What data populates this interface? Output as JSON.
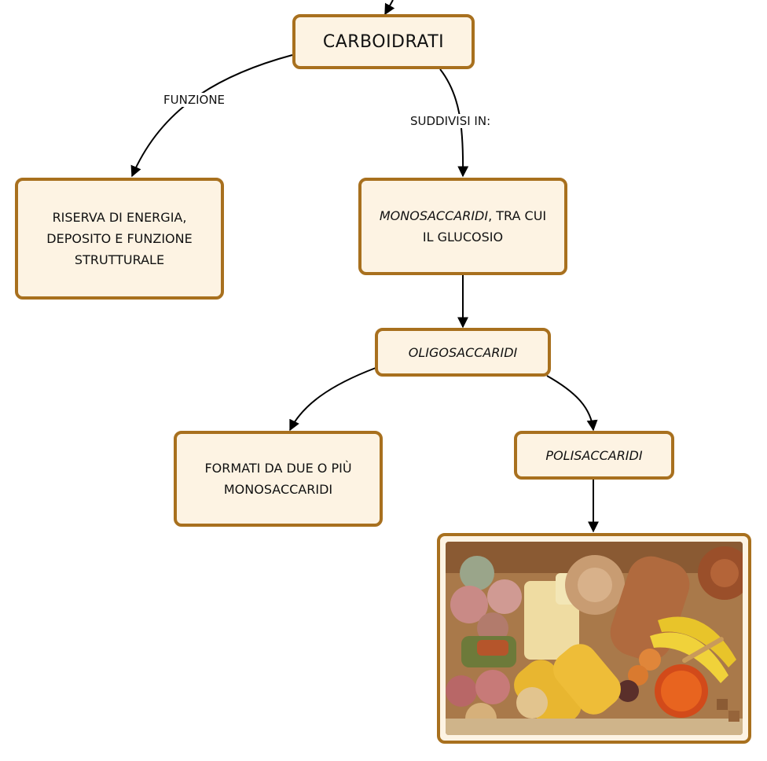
{
  "nodes": {
    "root": "CARBOIDRATI",
    "function": [
      "RISERVA DI ENERGIA,",
      "DEPOSITO E FUNZIONE",
      "STRUTTURALE"
    ],
    "mono": {
      "emph": "MONOSACCARIDI",
      "rest": ", TRA CUI",
      "line2": "IL GLUCOSIO"
    },
    "oligo": "OLIGOSACCARIDI",
    "formed": [
      "FORMATI DA DUE O PIÙ",
      "MONOSACCARIDI"
    ],
    "poly": "POLISACCARIDI"
  },
  "links": {
    "function": "FUNZIONE",
    "subdivided": "SUDDIVISI IN:"
  },
  "colors": {
    "border": "#a8701e",
    "fill": "#fdf3e3"
  }
}
